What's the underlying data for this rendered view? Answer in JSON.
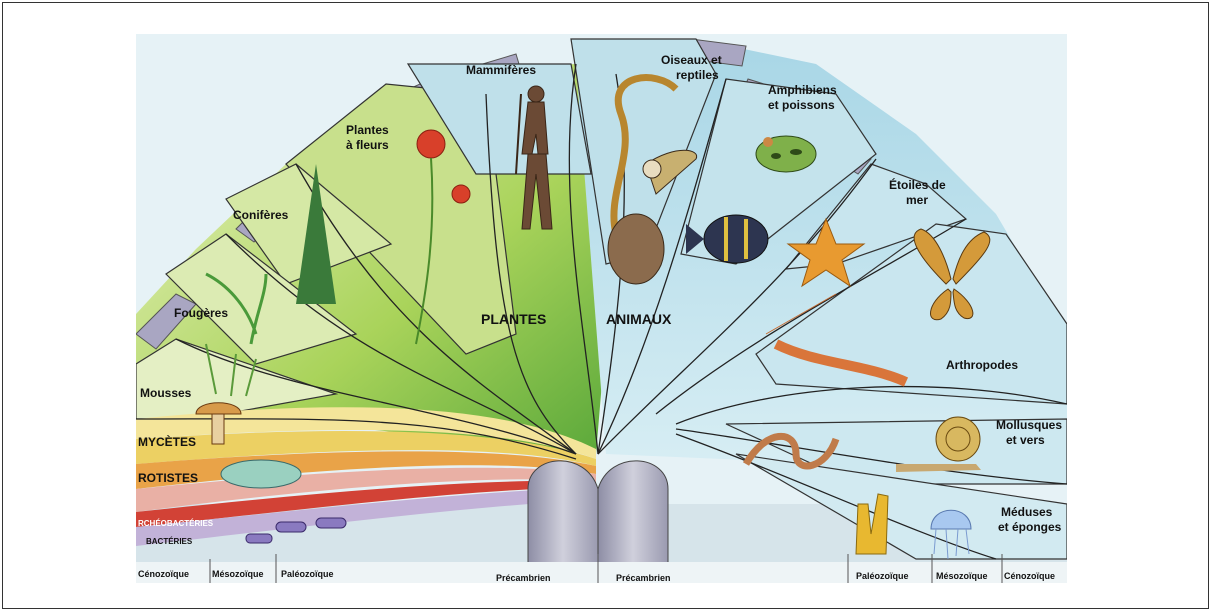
{
  "labels": {
    "mammiferes": "Mammifères",
    "oiseaux_l1": "Oiseaux et",
    "oiseaux_l2": "reptiles",
    "amphibiens_l1": "Amphibiens",
    "amphibiens_l2": "et poissons",
    "etoiles_l1": "Étoiles de",
    "etoiles_l2": "mer",
    "arthropodes": "Arthropodes",
    "mollusques_l1": "Mollusques",
    "mollusques_l2": "et vers",
    "meduses_l1": "Méduses",
    "meduses_l2": "et éponges",
    "plantes_fleurs_l1": "Plantes",
    "plantes_fleurs_l2": "à fleurs",
    "coniferes": "Conifères",
    "fougeres": "Fougères",
    "mousses": "Mousses",
    "mycetes": "MYCÈTES",
    "protistes": "ROTISTES",
    "archeobacteries": "RCHÉOBACTÉRIES",
    "bacteries": "BACTÉRIES",
    "plantes": "PLANTES",
    "animaux": "ANIMAUX"
  },
  "eras_left": [
    "Cénozoïque",
    "Mésozoïque",
    "Paléozoïque",
    "Précambrien"
  ],
  "eras_right": [
    "Précambrien",
    "Paléozoïque",
    "Mésozoïque",
    "Cénozoïque"
  ],
  "colors": {
    "background_sky": "#e4f1f6",
    "plant_green": "#8cc63f",
    "light_green": "#dbe9b5",
    "animal_blue": "#bfe1ec",
    "trunk_gray": "#b5b5c8",
    "yellow": "#f2d64a",
    "red": "#d8453b",
    "orange": "#ea9a3a"
  },
  "icons": [
    "human-figure-icon",
    "snake-icon",
    "pelican-icon",
    "frog-icon",
    "fish-icon",
    "starfish-icon",
    "butterfly-icon",
    "shrimp-icon",
    "snail-icon",
    "worm-icon",
    "jellyfish-icon",
    "sponge-icon",
    "poppy-icon",
    "conifer-icon",
    "fern-icon",
    "moss-icon",
    "mushroom-icon",
    "protist-icon",
    "bacteria-icon"
  ]
}
